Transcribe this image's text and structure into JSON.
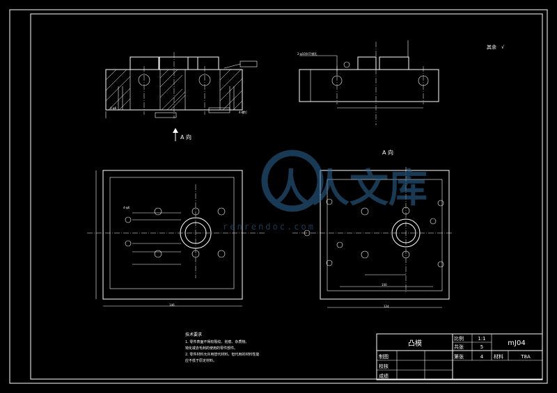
{
  "notes": {
    "header": "技术要求",
    "line1": "1. 零件表面不得有裂纹、划痕、杂质物。",
    "line2": "钝化或去毛刺的使用的零件部件。",
    "line3": "2. 零件材料允许用替代材料，但代用的材料性能",
    "line4": "应不低于原定材料。"
  },
  "views": {
    "arrow_a_label": "A 向",
    "view_a_title": "A 向",
    "roughness_note": "其余"
  },
  "title_block": {
    "part_name": "凸模",
    "scale_label": "比例",
    "scale_value": "1:1",
    "drawing_no": "mJ04",
    "sheets_total_label": "共张",
    "sheets_total": "5",
    "sheet_label": "第张",
    "sheet_no": "4",
    "material_label": "材料",
    "material": "T8A",
    "drawn_label": "制图",
    "checked_label": "校核",
    "made_label": "成绩"
  },
  "dims": {
    "bottom_width_left": "146",
    "bottom_width_right": "124",
    "right_front_width": "100",
    "front_left_height": "4-φ6"
  },
  "watermark": {
    "text": "人人文库",
    "url": "renrendoc.com"
  }
}
